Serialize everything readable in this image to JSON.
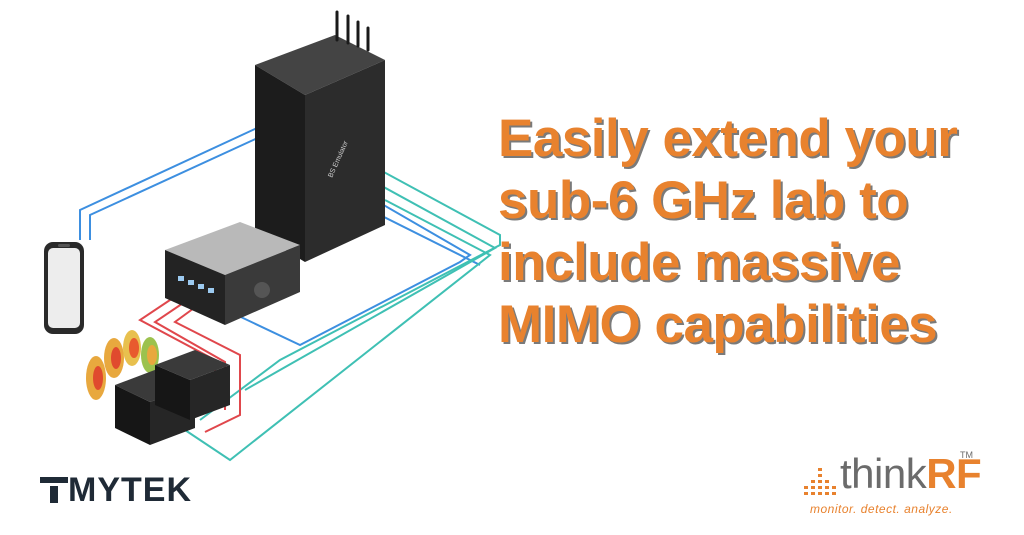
{
  "headline": {
    "line1": "Easily extend your",
    "line2": "sub-6 GHz lab to",
    "line3": "include massive",
    "line4": "MIMO capabilities"
  },
  "device_label": "BS Emulator",
  "logos": {
    "mytek": "MYTEK",
    "thinkrf_prefix": "think",
    "thinkrf_suffix": "RF",
    "thinkrf_trademark": "TM",
    "thinkrf_tagline": "monitor. detect. analyze."
  },
  "colors": {
    "accent_orange": "#e8822e",
    "cable_blue": "#3d8fe0",
    "cable_teal": "#3fc0b4",
    "cable_red": "#e0474c",
    "mytek_navy": "#1f2a36"
  }
}
